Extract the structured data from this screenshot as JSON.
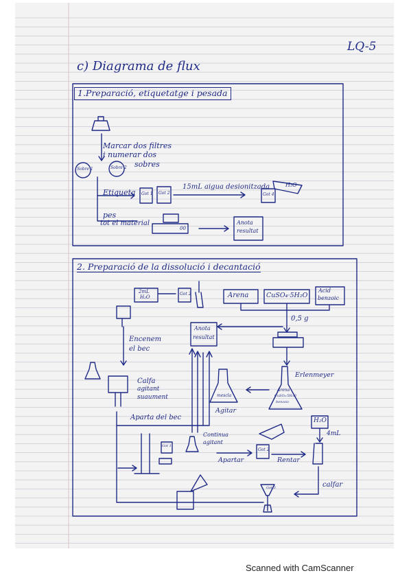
{
  "header": {
    "code": "LQ-5",
    "title": "c) Diagrama de flux"
  },
  "section1": {
    "heading": "1.Preparació, etiquetatge i pesada",
    "labels": {
      "marcar": "Marcar dos filtres",
      "numerar": "i numerar dos",
      "sobres": "sobres",
      "etiqueta": "Etiqueta",
      "quantitat": "15mL aigua desionitzada",
      "pes": "pes",
      "material": "tot el material",
      "balanca": "00"
    },
    "circles": [
      "Sobre 1",
      "Sobre 2"
    ],
    "beakers": [
      "Got 1",
      "Got 2"
    ],
    "flask": "H₂O",
    "beaker_right": "Got 4",
    "result": [
      "Anota",
      "resultat"
    ]
  },
  "section2": {
    "heading": "2. Preparació de la dissolució i decantació",
    "labels": {
      "aigua": "2mL",
      "aigua2": "H₂O",
      "got": "Got 2",
      "arena": "Arena",
      "cuso4": "CuSO₄·5H₂O",
      "benzoic": [
        "Acid",
        "benzoic"
      ],
      "massa": "0,5 g",
      "anota": [
        "Anota",
        "resultat"
      ],
      "encenem": "Encenem",
      "bec": "el bec",
      "escalfa": "Calfa",
      "agitant": "agitant",
      "suaument": "suaument",
      "erlenmeyer": "Erlenmeyer",
      "agitar": "Agitar",
      "mescla": "mescla",
      "erlen_contents": [
        "Arena",
        "CuSO₄·5H₂O",
        "benzoic"
      ],
      "apartem": "Aparta del bec",
      "continua": "Continua",
      "continua2": "agitant",
      "apartar": "Apartar",
      "rentar": "Rentar",
      "h2o": "H₂O",
      "mL4": "4mL",
      "calfar": "calfar",
      "got1": "Got 1",
      "got3": "Got 3",
      "got2b": "Got 2"
    }
  },
  "footer": {
    "scanner": "Scanned with CamScanner"
  }
}
